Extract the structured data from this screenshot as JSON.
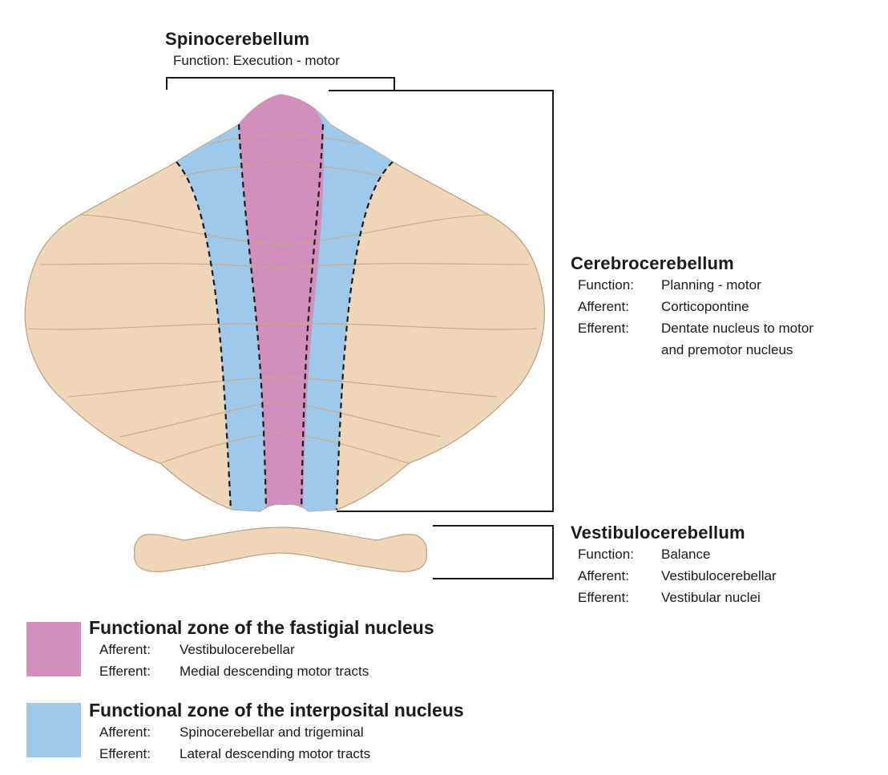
{
  "colors": {
    "lateral_zone": "#efd6b8",
    "fastigial_zone": "#d28fbd",
    "interpositus_zone": "#9fc9eb",
    "outline": "#b99f84",
    "bracket": "#1a1a1a"
  },
  "spinocerebellum": {
    "title": "Spinocerebellum",
    "function_label": "Function:",
    "function_value": "Execution - motor"
  },
  "cerebrocerebellum": {
    "title": "Cerebrocerebellum",
    "rows": [
      {
        "label": "Function:",
        "value": "Planning - motor"
      },
      {
        "label": "Afferent:",
        "value": "Corticopontine"
      },
      {
        "label": "Efferent:",
        "value": "Dentate nucleus to motor"
      },
      {
        "label": "",
        "value": "and premotor nucleus"
      }
    ]
  },
  "vestibulocerebellum": {
    "title": "Vestibulocerebellum",
    "rows": [
      {
        "label": "Function:",
        "value": "Balance"
      },
      {
        "label": "Afferent:",
        "value": "Vestibulocerebellar"
      },
      {
        "label": "Efferent:",
        "value": "Vestibular nuclei"
      }
    ]
  },
  "legend": [
    {
      "title": "Functional zone of the fastigial nucleus",
      "color_key": "fastigial_zone",
      "rows": [
        {
          "label": "Afferent:",
          "value": "Vestibulocerebellar"
        },
        {
          "label": "Efferent:",
          "value": "Medial descending motor tracts"
        }
      ]
    },
    {
      "title": "Functional zone of the interposital nucleus",
      "color_key": "interpositus_zone",
      "rows": [
        {
          "label": "Afferent:",
          "value": "Spinocerebellar and trigeminal"
        },
        {
          "label": "Efferent:",
          "value": "Lateral descending motor tracts"
        }
      ]
    }
  ]
}
